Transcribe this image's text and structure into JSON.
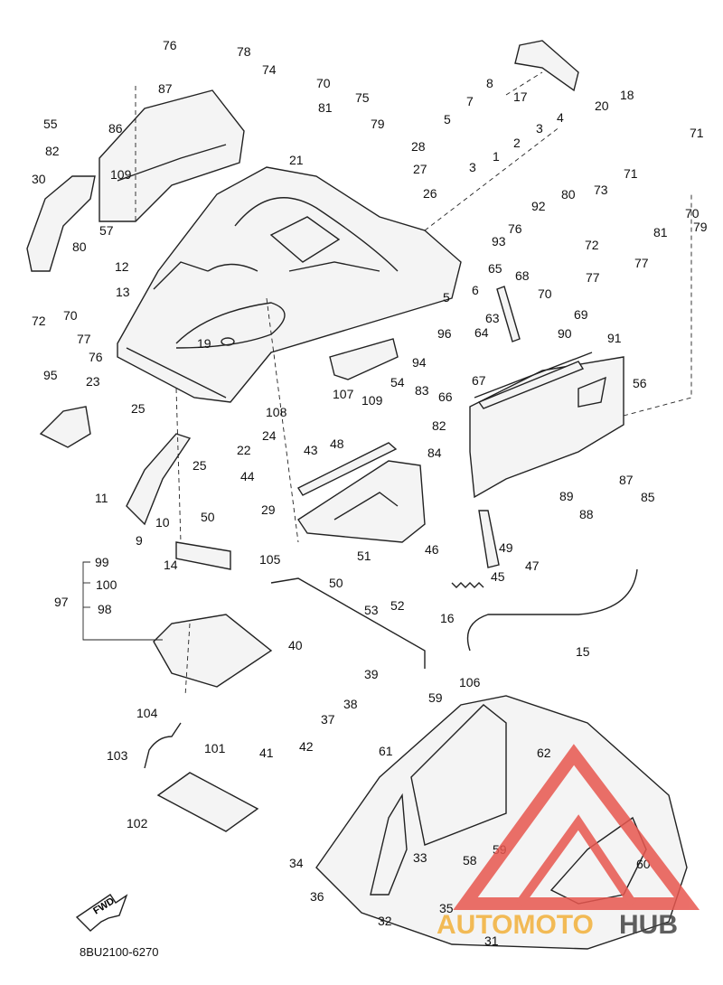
{
  "diagram_code": "8BU2100-6270",
  "direction_label": "FWD",
  "watermark": {
    "text_a": "AUTOMOTO",
    "text_b": "HUB",
    "color_a": "#f2b13a",
    "color_b": "#444444",
    "logo_color": "#e8574f"
  },
  "parts": [
    {
      "id": "76a",
      "label": "76"
    },
    {
      "id": "78",
      "label": "78"
    },
    {
      "id": "74",
      "label": "74"
    },
    {
      "id": "70a",
      "label": "70"
    },
    {
      "id": "87a",
      "label": "87"
    },
    {
      "id": "81a",
      "label": "81"
    },
    {
      "id": "75",
      "label": "75"
    },
    {
      "id": "55",
      "label": "55"
    },
    {
      "id": "86",
      "label": "86"
    },
    {
      "id": "79a",
      "label": "79"
    },
    {
      "id": "28",
      "label": "28"
    },
    {
      "id": "82a",
      "label": "82"
    },
    {
      "id": "21",
      "label": "21"
    },
    {
      "id": "27",
      "label": "27"
    },
    {
      "id": "109a",
      "label": "109"
    },
    {
      "id": "30",
      "label": "30"
    },
    {
      "id": "26",
      "label": "26"
    },
    {
      "id": "57",
      "label": "57"
    },
    {
      "id": "80a",
      "label": "80"
    },
    {
      "id": "12",
      "label": "12"
    },
    {
      "id": "13",
      "label": "13"
    },
    {
      "id": "72a",
      "label": "72"
    },
    {
      "id": "70b",
      "label": "70"
    },
    {
      "id": "77a",
      "label": "77"
    },
    {
      "id": "76b",
      "label": "76"
    },
    {
      "id": "19",
      "label": "19"
    },
    {
      "id": "95",
      "label": "95"
    },
    {
      "id": "23",
      "label": "23"
    },
    {
      "id": "8",
      "label": "8"
    },
    {
      "id": "7",
      "label": "7"
    },
    {
      "id": "5a",
      "label": "5"
    },
    {
      "id": "17",
      "label": "17"
    },
    {
      "id": "20",
      "label": "20"
    },
    {
      "id": "18",
      "label": "18"
    },
    {
      "id": "3a",
      "label": "3"
    },
    {
      "id": "4",
      "label": "4"
    },
    {
      "id": "2",
      "label": "2"
    },
    {
      "id": "1",
      "label": "1"
    },
    {
      "id": "3b",
      "label": "3"
    },
    {
      "id": "92",
      "label": "92"
    },
    {
      "id": "93",
      "label": "93"
    },
    {
      "id": "76c",
      "label": "76"
    },
    {
      "id": "71a",
      "label": "71"
    },
    {
      "id": "71b",
      "label": "71"
    },
    {
      "id": "73",
      "label": "73"
    },
    {
      "id": "80b",
      "label": "80"
    },
    {
      "id": "70c",
      "label": "70"
    },
    {
      "id": "72b",
      "label": "72"
    },
    {
      "id": "81b",
      "label": "81"
    },
    {
      "id": "79b",
      "label": "79"
    },
    {
      "id": "77b",
      "label": "77"
    },
    {
      "id": "77c",
      "label": "77"
    },
    {
      "id": "5b",
      "label": "5"
    },
    {
      "id": "6",
      "label": "6"
    },
    {
      "id": "65",
      "label": "65"
    },
    {
      "id": "68",
      "label": "68"
    },
    {
      "id": "70d",
      "label": "70"
    },
    {
      "id": "69",
      "label": "69"
    },
    {
      "id": "63",
      "label": "63"
    },
    {
      "id": "64",
      "label": "64"
    },
    {
      "id": "90",
      "label": "90"
    },
    {
      "id": "91",
      "label": "91"
    },
    {
      "id": "96",
      "label": "96"
    },
    {
      "id": "94",
      "label": "94"
    },
    {
      "id": "67",
      "label": "67"
    },
    {
      "id": "66",
      "label": "66"
    },
    {
      "id": "56",
      "label": "56"
    },
    {
      "id": "107",
      "label": "107"
    },
    {
      "id": "54",
      "label": "54"
    },
    {
      "id": "83",
      "label": "83"
    },
    {
      "id": "109b",
      "label": "109"
    },
    {
      "id": "108",
      "label": "108"
    },
    {
      "id": "82b",
      "label": "82"
    },
    {
      "id": "25a",
      "label": "25"
    },
    {
      "id": "24",
      "label": "24"
    },
    {
      "id": "48",
      "label": "48"
    },
    {
      "id": "84",
      "label": "84"
    },
    {
      "id": "22",
      "label": "22"
    },
    {
      "id": "43",
      "label": "43"
    },
    {
      "id": "25b",
      "label": "25"
    },
    {
      "id": "87b",
      "label": "87"
    },
    {
      "id": "44",
      "label": "44"
    },
    {
      "id": "85",
      "label": "85"
    },
    {
      "id": "89",
      "label": "89"
    },
    {
      "id": "88",
      "label": "88"
    },
    {
      "id": "11",
      "label": "11"
    },
    {
      "id": "29",
      "label": "29"
    },
    {
      "id": "10",
      "label": "10"
    },
    {
      "id": "50a",
      "label": "50"
    },
    {
      "id": "49",
      "label": "49"
    },
    {
      "id": "9",
      "label": "9"
    },
    {
      "id": "47",
      "label": "47"
    },
    {
      "id": "46",
      "label": "46"
    },
    {
      "id": "51",
      "label": "51"
    },
    {
      "id": "45",
      "label": "45"
    },
    {
      "id": "14",
      "label": "14"
    },
    {
      "id": "105",
      "label": "105"
    },
    {
      "id": "99",
      "label": "99"
    },
    {
      "id": "100",
      "label": "100"
    },
    {
      "id": "50b",
      "label": "50"
    },
    {
      "id": "97",
      "label": "97"
    },
    {
      "id": "53",
      "label": "53"
    },
    {
      "id": "52",
      "label": "52"
    },
    {
      "id": "98",
      "label": "98"
    },
    {
      "id": "16",
      "label": "16"
    },
    {
      "id": "15",
      "label": "15"
    },
    {
      "id": "40",
      "label": "40"
    },
    {
      "id": "39",
      "label": "39"
    },
    {
      "id": "106",
      "label": "106"
    },
    {
      "id": "59a",
      "label": "59"
    },
    {
      "id": "38",
      "label": "38"
    },
    {
      "id": "104",
      "label": "104"
    },
    {
      "id": "37",
      "label": "37"
    },
    {
      "id": "41",
      "label": "41"
    },
    {
      "id": "42",
      "label": "42"
    },
    {
      "id": "101",
      "label": "101"
    },
    {
      "id": "103",
      "label": "103"
    },
    {
      "id": "61",
      "label": "61"
    },
    {
      "id": "62",
      "label": "62"
    },
    {
      "id": "102",
      "label": "102"
    },
    {
      "id": "58",
      "label": "58"
    },
    {
      "id": "59b",
      "label": "59"
    },
    {
      "id": "34",
      "label": "34"
    },
    {
      "id": "33",
      "label": "33"
    },
    {
      "id": "60",
      "label": "60"
    },
    {
      "id": "36",
      "label": "36"
    },
    {
      "id": "35",
      "label": "35"
    },
    {
      "id": "32",
      "label": "32"
    },
    {
      "id": "31",
      "label": "31"
    }
  ]
}
